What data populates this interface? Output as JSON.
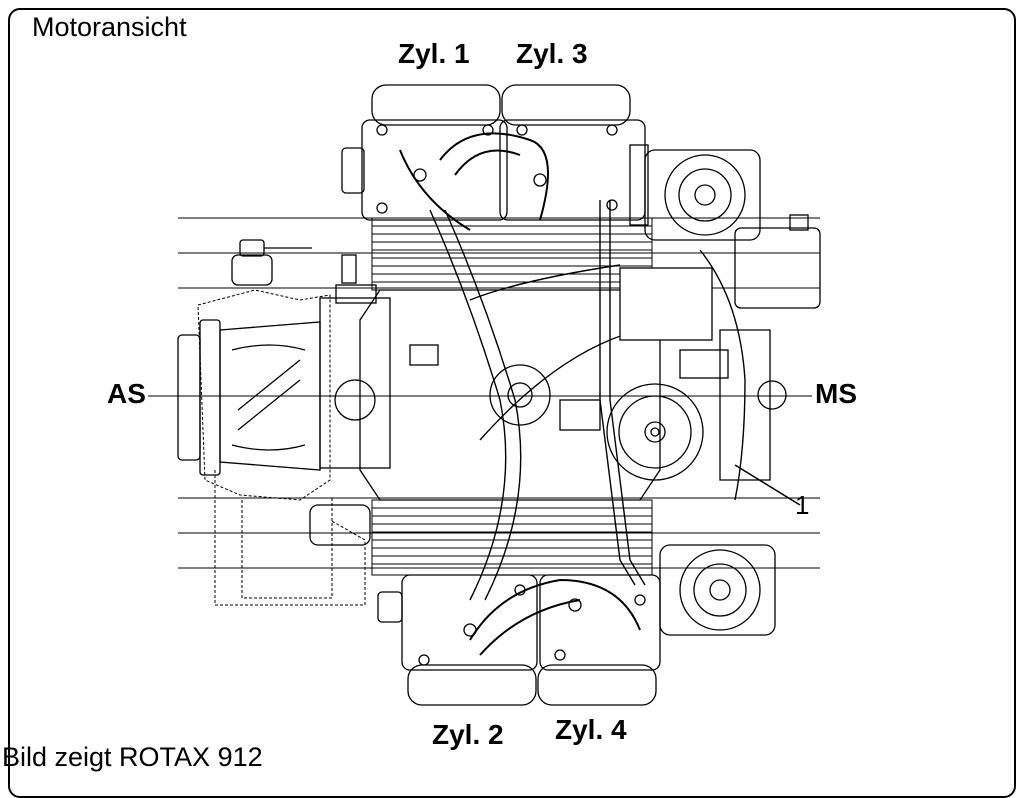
{
  "title": "Motoransicht",
  "caption": "Bild zeigt ROTAX 912",
  "labels": {
    "cyl1": "Zyl. 1",
    "cyl3": "Zyl. 3",
    "cyl2": "Zyl. 2",
    "cyl4": "Zyl. 4",
    "as": "AS",
    "ms": "MS",
    "callout": "1"
  },
  "colors": {
    "ink": "#000000",
    "paper": "#ffffff",
    "shade": "#dcdcdc"
  }
}
